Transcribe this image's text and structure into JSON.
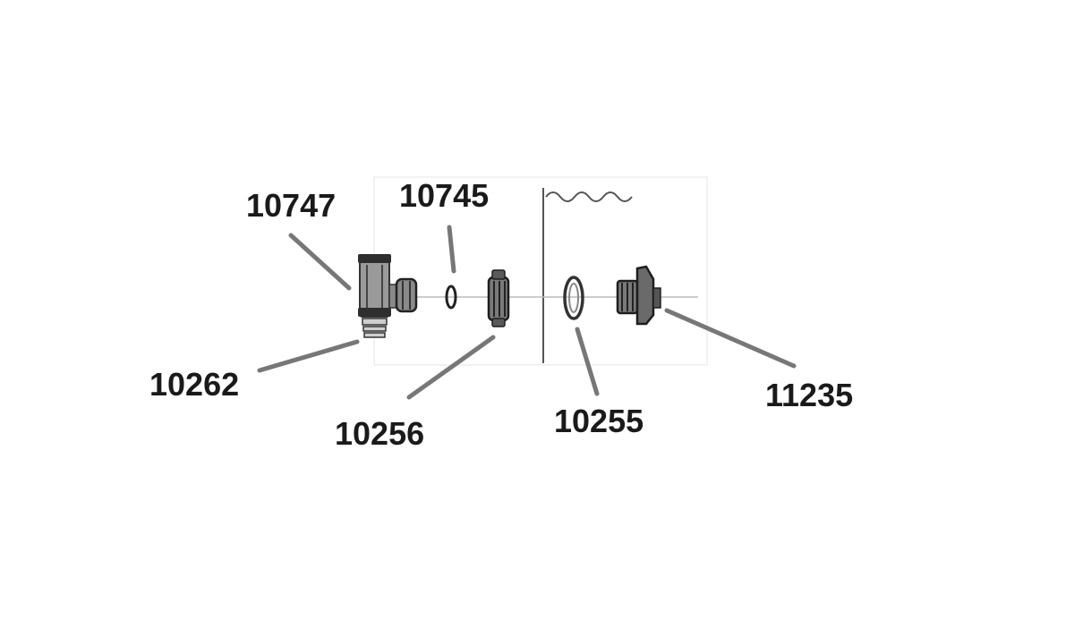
{
  "diagram": {
    "parts": [
      {
        "id": "10747",
        "label": "10747"
      },
      {
        "id": "10745",
        "label": "10745"
      },
      {
        "id": "10262",
        "label": "10262"
      },
      {
        "id": "10256",
        "label": "10256"
      },
      {
        "id": "10255",
        "label": "10255"
      },
      {
        "id": "11235",
        "label": "11235"
      }
    ]
  },
  "colors": {
    "leader": "#777777",
    "outline": "#333333",
    "part_fill": "#9a9a9a",
    "part_dark": "#3a3a3a",
    "label": "#1a1a1a"
  }
}
